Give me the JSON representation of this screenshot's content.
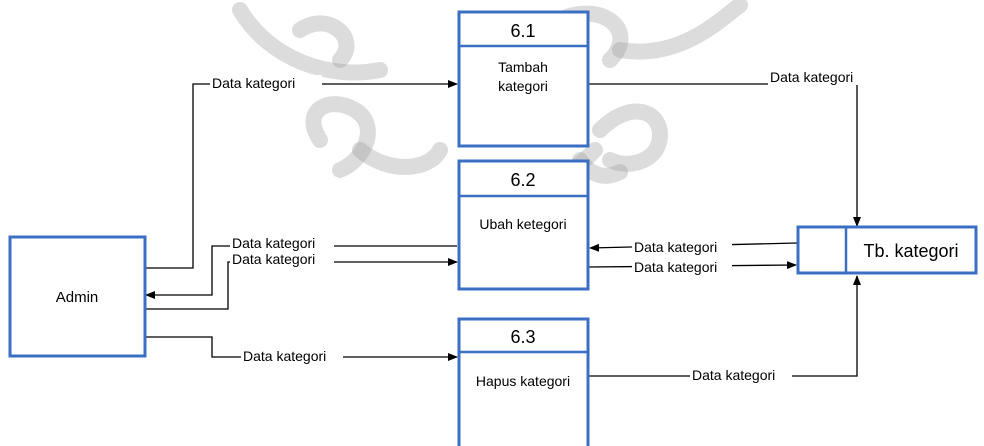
{
  "colors": {
    "node_border": "#3a6fc4",
    "line": "#000000",
    "watermark": "#9a9a9a"
  },
  "entities": {
    "admin": "Admin"
  },
  "processes": {
    "p61": {
      "number": "6.1",
      "label_line1": "Tambah",
      "label_line2": "kategori"
    },
    "p62": {
      "number": "6.2",
      "label": "Ubah ketegori"
    },
    "p63": {
      "number": "6.3",
      "label": "Hapus kategori"
    }
  },
  "datastore": {
    "name": "Tb. kategori"
  },
  "flows": {
    "f1": "Data kategori",
    "f2": "Data kategori",
    "f3": "Data kategori",
    "f4": "Data kategori",
    "f5": "Data kategori",
    "f6": "Data kategori",
    "f7": "Data kategori",
    "f8": "Data kategori"
  }
}
